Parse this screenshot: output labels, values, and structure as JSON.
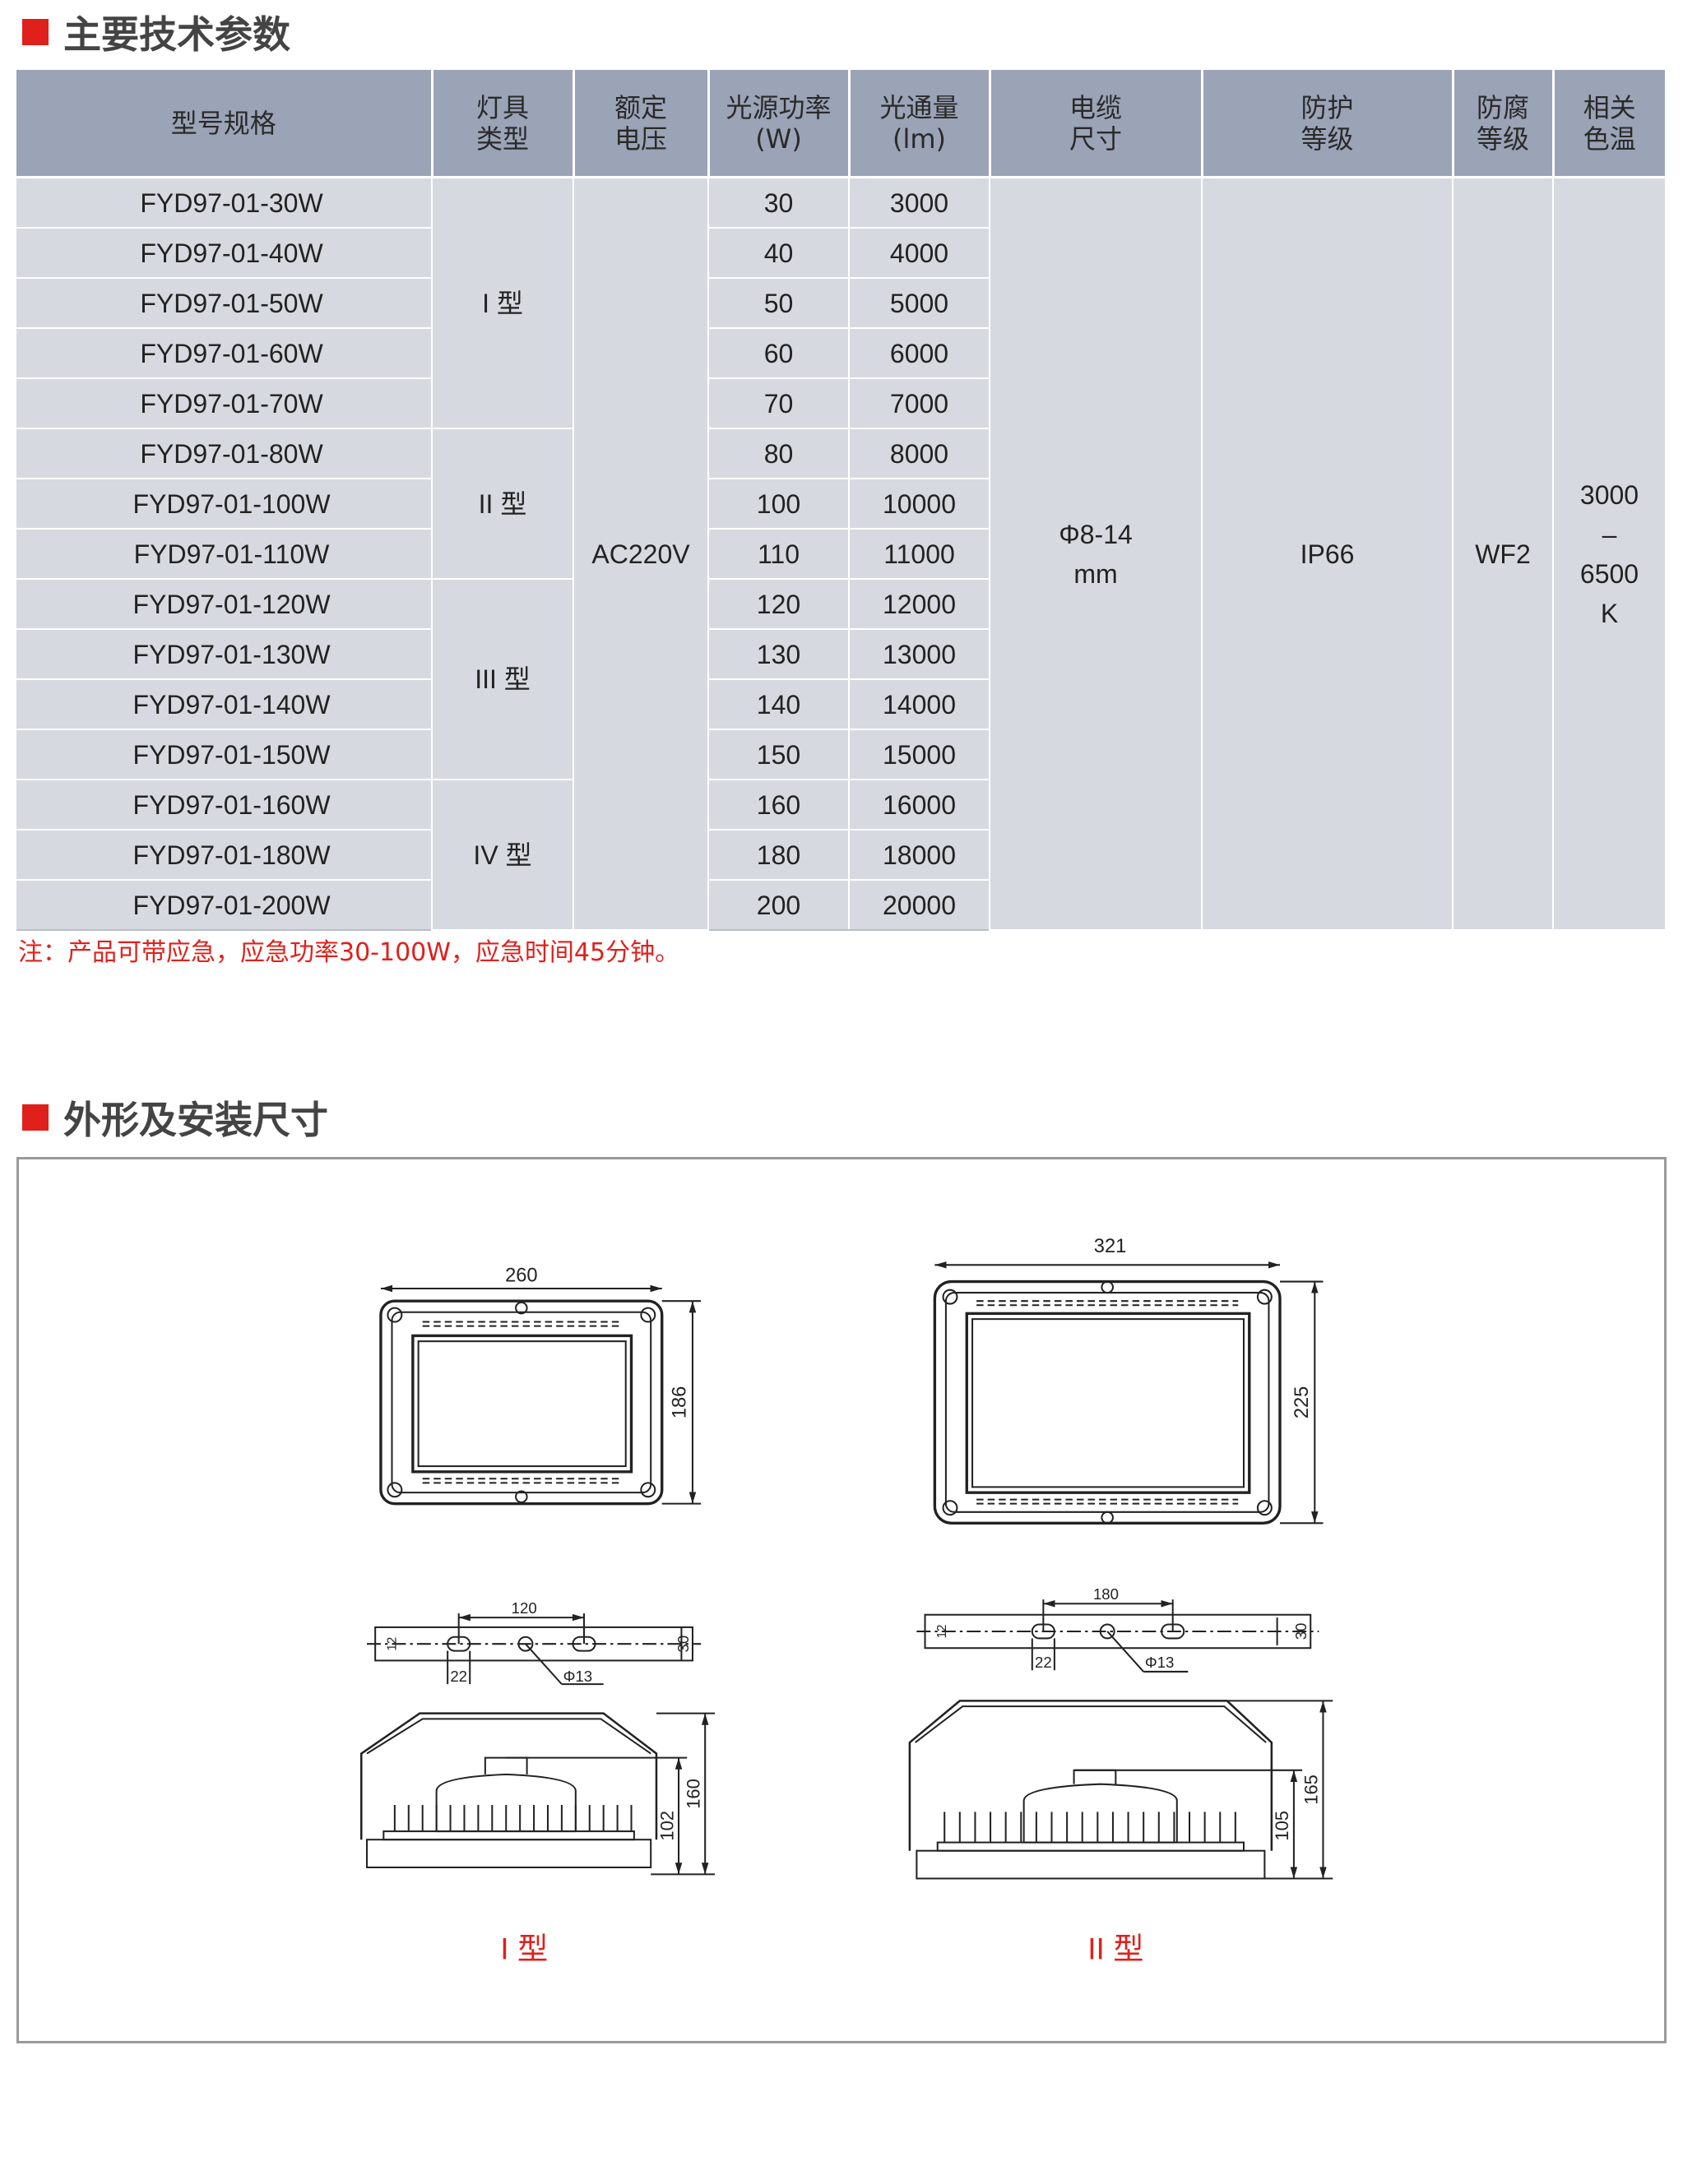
{
  "section1": {
    "title": "主要技术参数"
  },
  "table": {
    "headers": [
      "型号规格",
      "灯具\n类型",
      "额定\n电压",
      "光源功率\n(W)",
      "光通量\n(lm)",
      "电缆\n尺寸",
      "防护\n等级",
      "防腐\n等级",
      "相关\n色温"
    ],
    "rows": [
      {
        "model": "FYD97-01-30W",
        "power": "30",
        "flux": "3000"
      },
      {
        "model": "FYD97-01-40W",
        "power": "40",
        "flux": "4000"
      },
      {
        "model": "FYD97-01-50W",
        "power": "50",
        "flux": "5000"
      },
      {
        "model": "FYD97-01-60W",
        "power": "60",
        "flux": "6000"
      },
      {
        "model": "FYD97-01-70W",
        "power": "70",
        "flux": "7000"
      },
      {
        "model": "FYD97-01-80W",
        "power": "80",
        "flux": "8000"
      },
      {
        "model": "FYD97-01-100W",
        "power": "100",
        "flux": "10000"
      },
      {
        "model": "FYD97-01-110W",
        "power": "110",
        "flux": "11000"
      },
      {
        "model": "FYD97-01-120W",
        "power": "120",
        "flux": "12000"
      },
      {
        "model": "FYD97-01-130W",
        "power": "130",
        "flux": "13000"
      },
      {
        "model": "FYD97-01-140W",
        "power": "140",
        "flux": "14000"
      },
      {
        "model": "FYD97-01-150W",
        "power": "150",
        "flux": "15000"
      },
      {
        "model": "FYD97-01-160W",
        "power": "160",
        "flux": "16000"
      },
      {
        "model": "FYD97-01-180W",
        "power": "180",
        "flux": "18000"
      },
      {
        "model": "FYD97-01-200W",
        "power": "200",
        "flux": "20000"
      }
    ],
    "types": [
      {
        "label": "I 型",
        "count": 5
      },
      {
        "label": "II 型",
        "count": 3
      },
      {
        "label": "III 型",
        "count": 4
      },
      {
        "label": "IV 型",
        "count": 3
      }
    ],
    "voltage": "AC220V",
    "cable": "Φ8-14\nmm",
    "protection": "IP66",
    "anticorrosion": "WF2",
    "color_temp": "3000\n–\n6500\nK"
  },
  "note": "注：产品可带应急，应急功率30-100W，应急时间45分钟。",
  "section2": {
    "title": "外形及安装尺寸"
  },
  "drawings": {
    "type1": {
      "label": "I 型",
      "width": "260",
      "height": "186",
      "bracket_span": "120",
      "slot": "22",
      "hole": "Φ13",
      "bracket_h": "30",
      "bracket_small": "12",
      "total_h": "160",
      "body_h": "102"
    },
    "type2": {
      "label": "II 型",
      "width": "321",
      "height": "225",
      "bracket_span": "180",
      "slot": "22",
      "hole": "Φ13",
      "bracket_h": "30",
      "bracket_small": "12",
      "total_h": "165",
      "body_h": "105"
    }
  },
  "colors": {
    "accent": "#e0201b",
    "header_bg": "#9ba3b6",
    "cell_bg": "#d6dae0"
  }
}
